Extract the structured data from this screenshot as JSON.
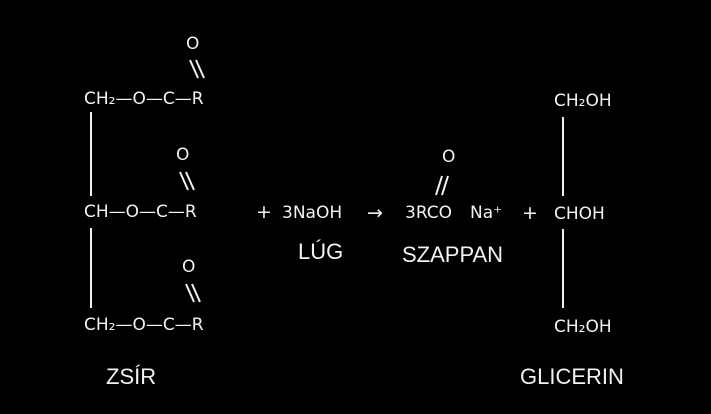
{
  "fat": {
    "top": {
      "chain": "CH₂—O—C—R",
      "carbonyl_o": "O"
    },
    "mid": {
      "chain": "CH—O—C—R",
      "carbonyl_o": "O"
    },
    "bot": {
      "chain": "CH₂—O—C—R",
      "carbonyl_o": "O"
    },
    "label": "ZSÍR"
  },
  "plus1": "+",
  "naoh": "3NaOH",
  "naoh_label": "LÚG",
  "arrow": "→",
  "soap": {
    "formula": "3RCO",
    "carbonyl_o": "O",
    "counter_ion": "Na⁺",
    "label": "SZAPPAN"
  },
  "plus2": "+",
  "glycerol": {
    "top": "CH₂OH",
    "mid": "CHOH",
    "bot": "CH₂OH",
    "label": "GLICERIN"
  }
}
